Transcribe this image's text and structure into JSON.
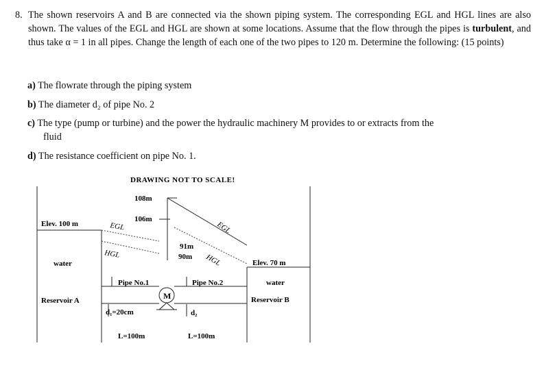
{
  "problem": {
    "number": "8.",
    "text_1": "The shown reservoirs A and B are connected via the shown piping system. The corresponding EGL and HGL lines are also shown. The values of the EGL and HGL are shown at some locations. Assume that the flow through the pipes is ",
    "bold": "turbulent",
    "text_2": ", and thus take α = 1 in all pipes. Change the length of each one of the two pipes to 120 m. Determine the following: (15 points)"
  },
  "parts": [
    {
      "label": "a)",
      "text": "The flowrate through the piping system"
    },
    {
      "label": "b)",
      "text": "The diameter d₂ of pipe No. 2"
    },
    {
      "label": "c)",
      "text": "The type (pump or turbine) and the power the hydraulic machinery M provides to or extracts from the",
      "text_cont": "fluid"
    },
    {
      "label": "d)",
      "text": "The resistance coefficient on pipe No. 1."
    }
  ],
  "diagram": {
    "title": "DRAWING NOT TO SCALE!",
    "egl_108": "108m",
    "egl_106": "106m",
    "left_elev": "Elev. 100 m",
    "egl_left": "EGL",
    "hgl_left": "HGL",
    "val_91": "91m",
    "val_90": "90m",
    "egl_right": "EGL",
    "hgl_right": "HGL",
    "right_elev": "Elev. 70 m",
    "water_left": "water",
    "water_right": "water",
    "pipe1": "Pipe No.1",
    "pipe2": "Pipe No.2",
    "machine": "M",
    "reservoir_a": "Reservoir A",
    "reservoir_b": "Reservoir B",
    "d1": "d₁=20cm",
    "d2": "d₂",
    "len1": "L=100m",
    "len2": "L=100m"
  }
}
